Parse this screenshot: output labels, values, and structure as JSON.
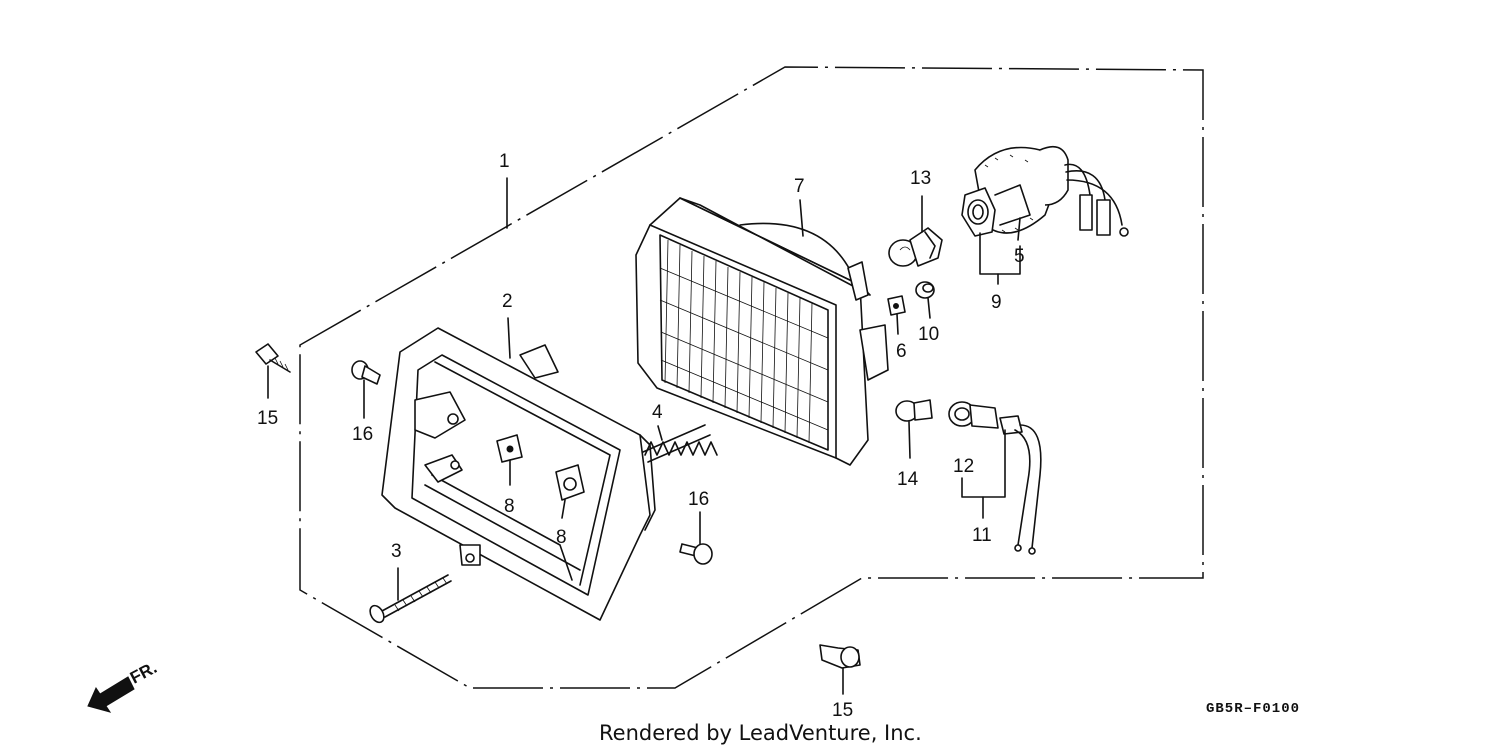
{
  "callouts": [
    "1",
    "2",
    "3",
    "4",
    "5",
    "6",
    "7",
    "8",
    "8",
    "9",
    "10",
    "11",
    "12",
    "13",
    "14",
    "15",
    "15",
    "16",
    "16"
  ],
  "direction_label": "FR.",
  "diagram_code": "GB5R–F0100",
  "credit": "Rendered by LeadVenture, Inc."
}
